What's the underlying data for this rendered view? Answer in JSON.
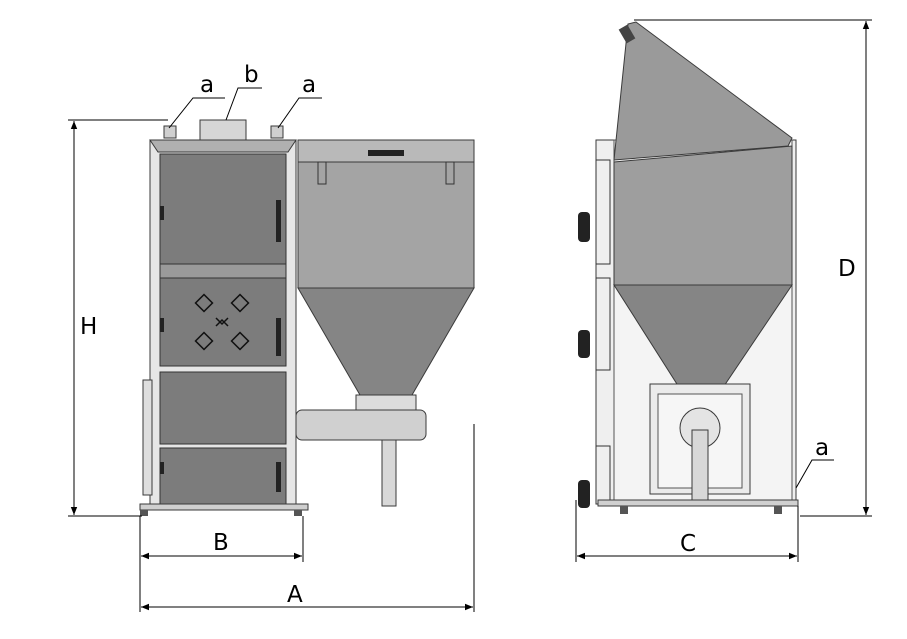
{
  "labels": {
    "a": "a",
    "b": "b",
    "H": "H",
    "D": "D",
    "A": "A",
    "B": "B",
    "C": "C"
  },
  "colors": {
    "body": "#8a8a8a",
    "panel": "#7b7b7b",
    "light": "#c8c8c8",
    "frame": "#e9e9e9",
    "hopper": "#9c9c9c",
    "cone": "#808080",
    "outline": "#3a3a3a"
  }
}
